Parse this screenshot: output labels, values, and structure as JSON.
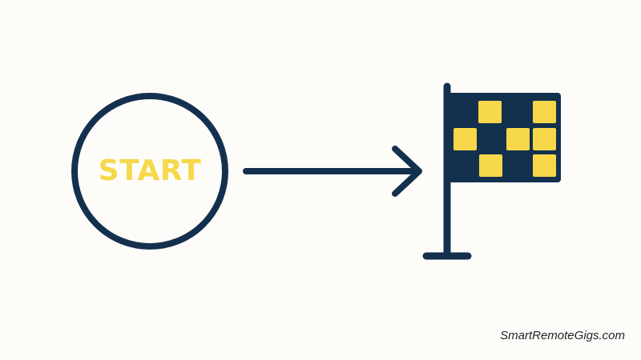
{
  "start": {
    "label": "START"
  },
  "watermark": {
    "text": "SmartRemoteGigs.com"
  },
  "colors": {
    "navy": "#14304f",
    "yellow": "#f6d84a",
    "background": "#fdfcf9"
  },
  "icons": {
    "start_circle": "circle-outline",
    "arrow": "arrow-right-icon",
    "finish": "checkered-flag-icon"
  }
}
